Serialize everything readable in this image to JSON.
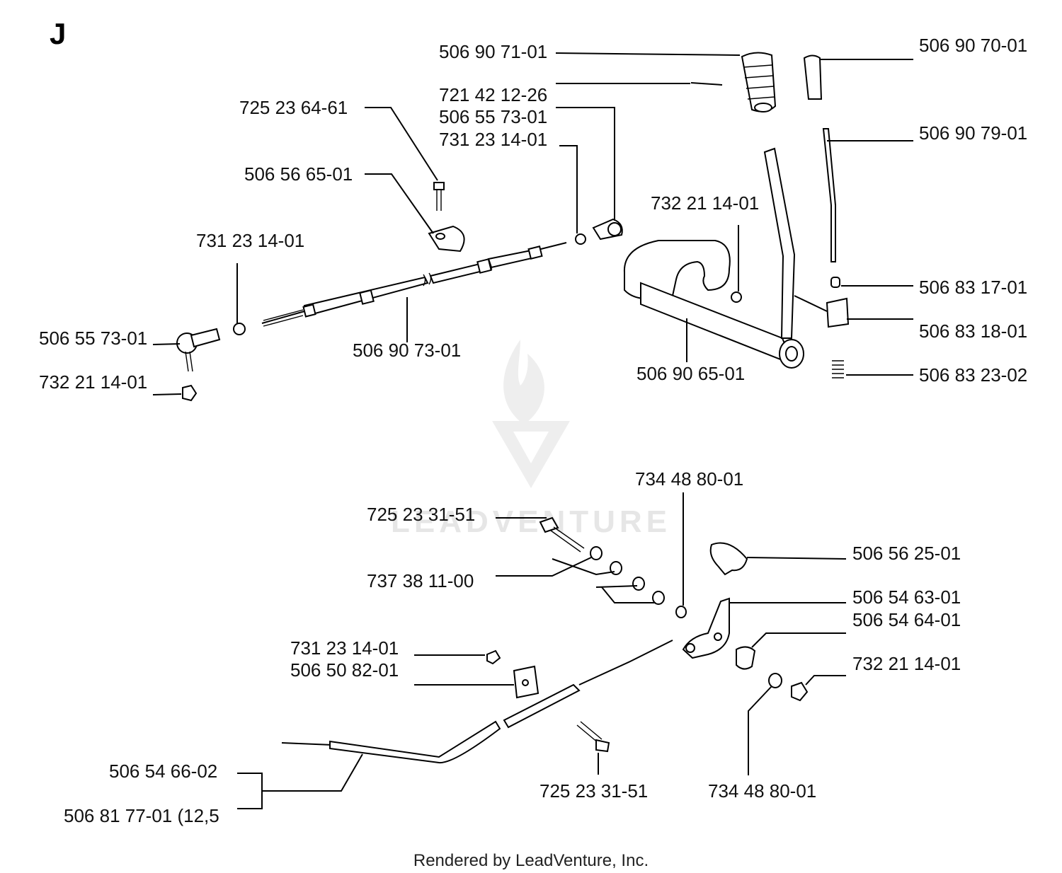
{
  "section_letter": "J",
  "watermark": "LEADVENTURE",
  "footer": "Rendered by LeadVenture, Inc.",
  "labels": {
    "p506907101": "506 90 71-01",
    "p721421226": "721 42 12-26",
    "p506557301_top": "506 55 73-01",
    "p731231401_top": "731 23 14-01",
    "p725236461": "725 23 64-61",
    "p506566501": "506 56 65-01",
    "p731231401_left": "731 23 14-01",
    "p506557301_left": "506 55 73-01",
    "p732211401_left": "732 21 14-01",
    "p506907301": "506 90 73-01",
    "p732211401_mid": "732 21 14-01",
    "p506906501": "506 90 65-01",
    "p506907001": "506 90 70-01",
    "p506907901": "506 90 79-01",
    "p506831701": "506 83 17-01",
    "p506831801": "506 83 18-01",
    "p506832302": "506 83 23-02",
    "p734488001_top": "734 48 80-01",
    "p725233151_top": "725 23 31-51",
    "p737381100": "737 38 11-00",
    "p506562501": "506 56 25-01",
    "p506546301": "506 54 63-01",
    "p506546401": "506 54 64-01",
    "p732211401_lower": "732 21 14-01",
    "p731231401_lower": "731 23 14-01",
    "p506508201": "506 50 82-01",
    "p506546602": "506 54 66-02",
    "p506817701": "506 81 77-01 (12,5",
    "p725233151_bottom": "725 23 31-51",
    "p734488001_bottom": "734 48 80-01"
  }
}
